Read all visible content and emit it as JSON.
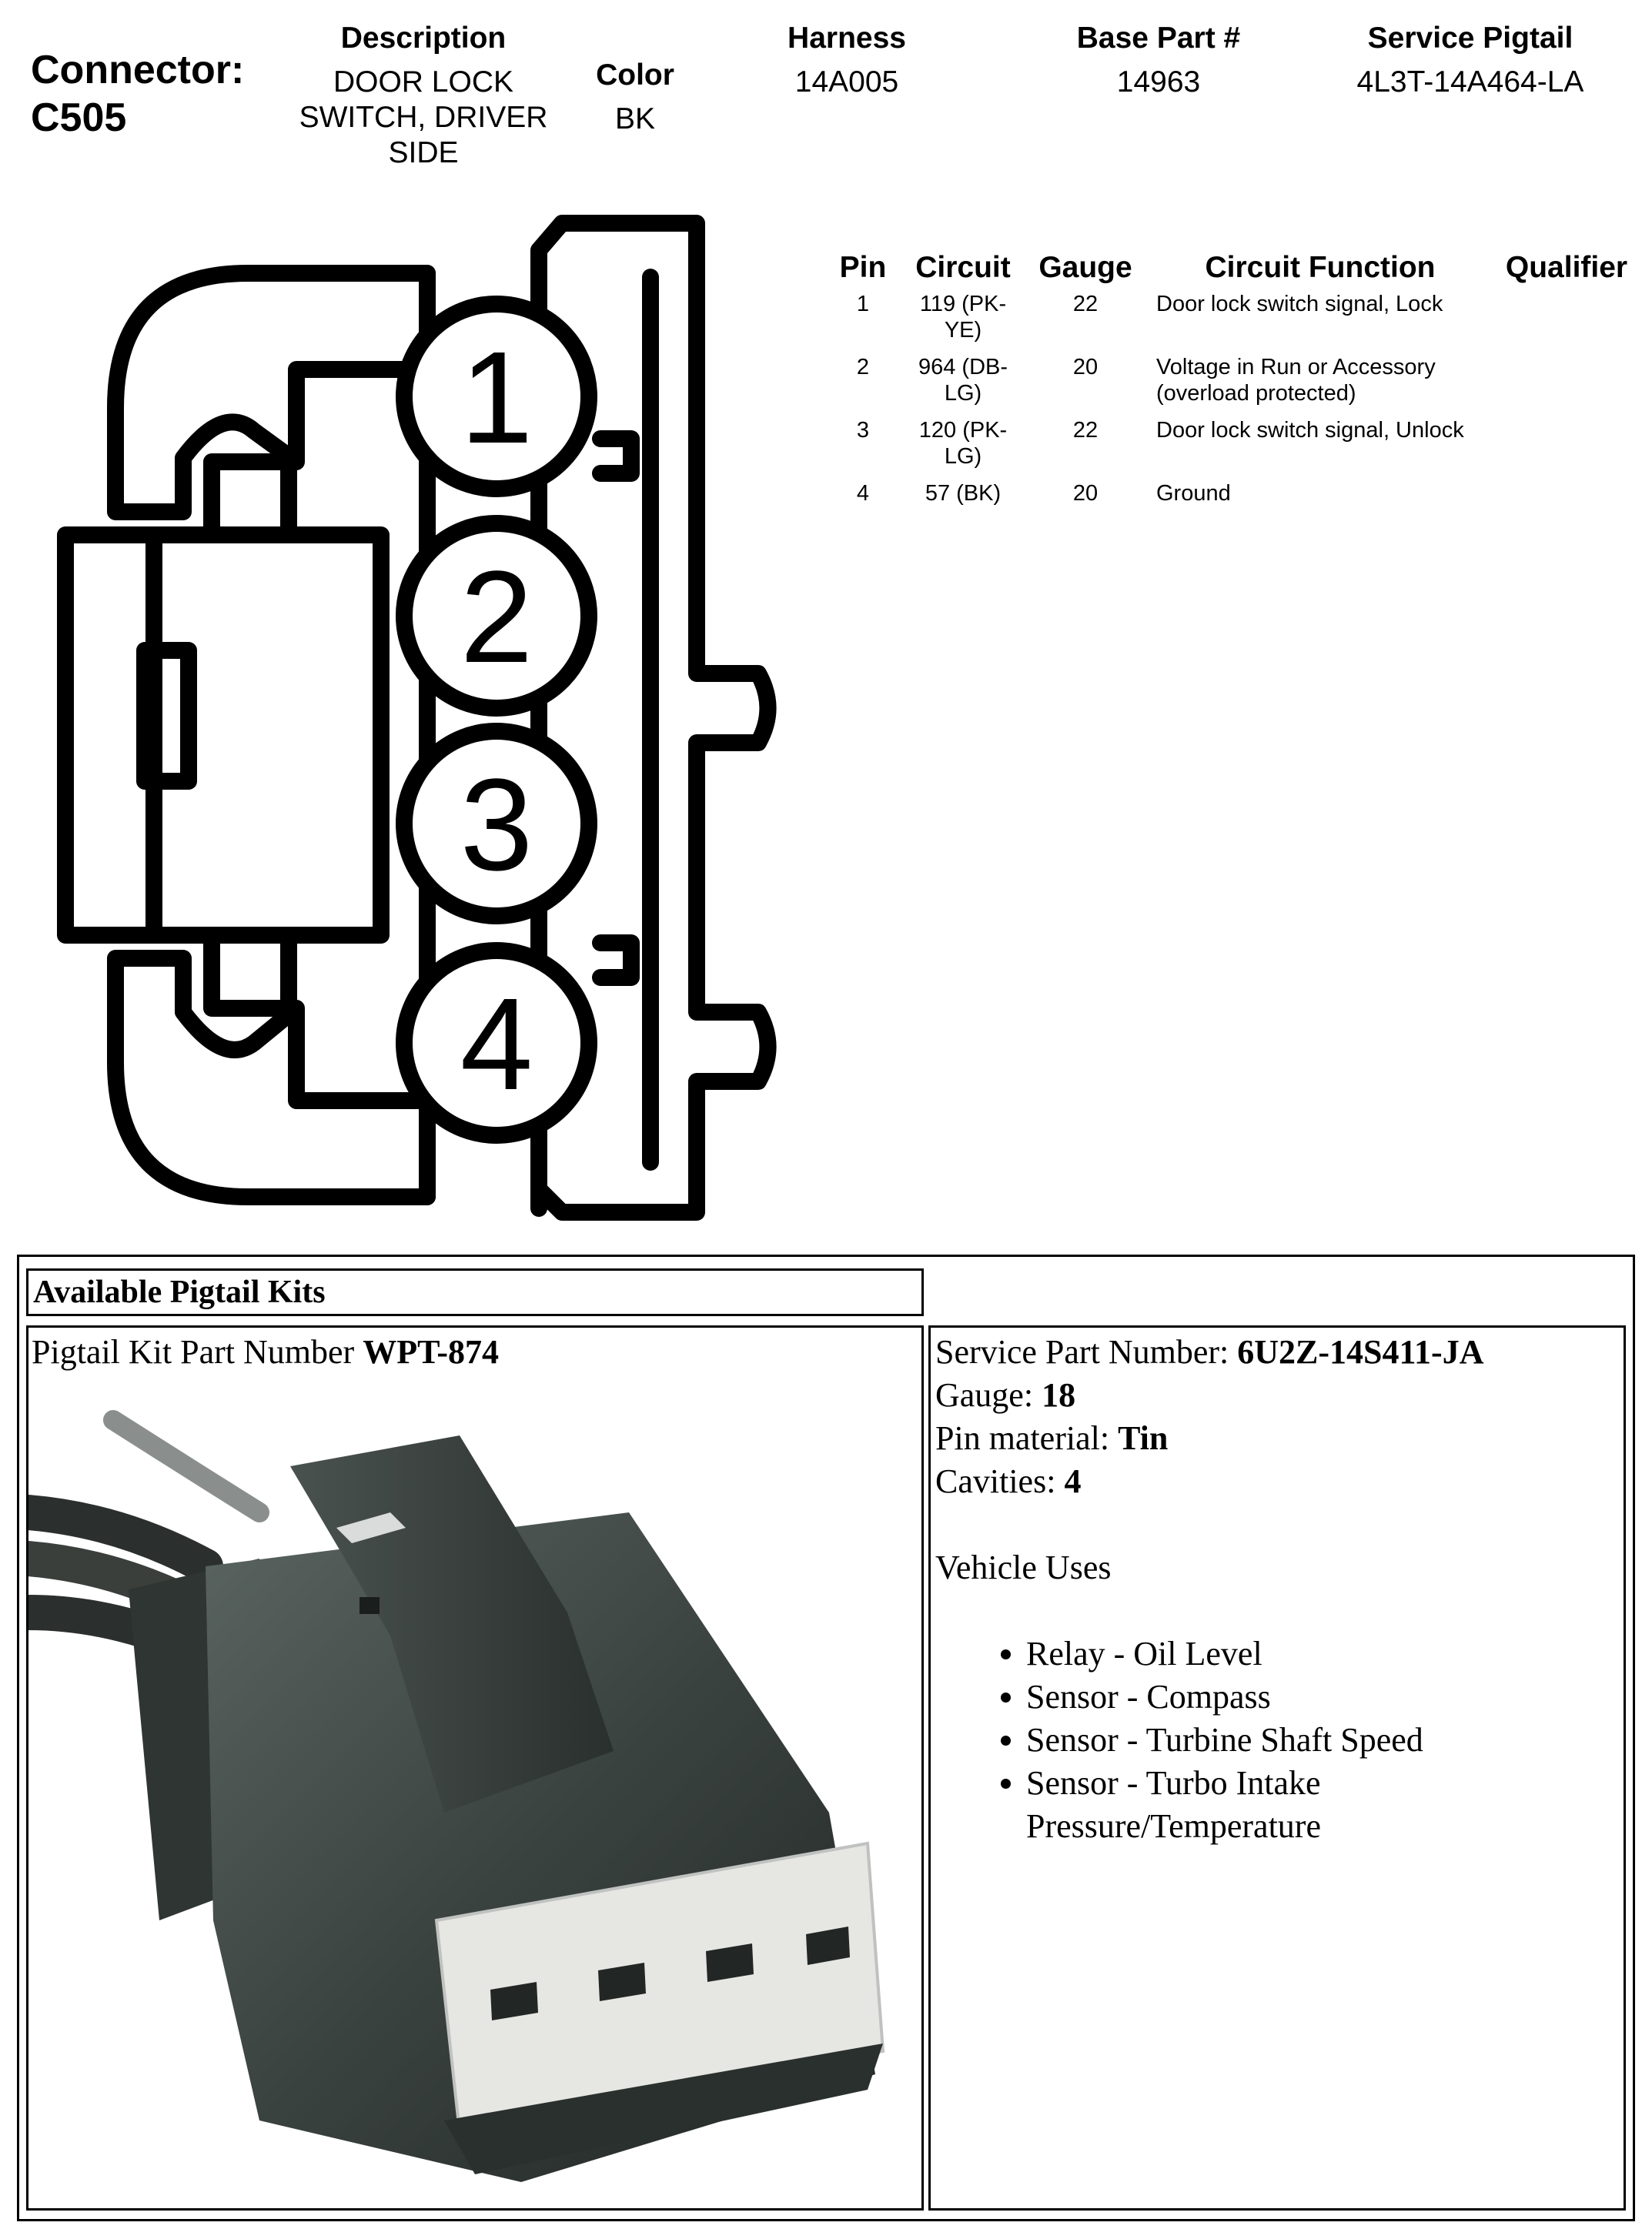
{
  "connector": {
    "label": "Connector:",
    "id": "C505"
  },
  "header_columns": {
    "description": {
      "heading": "Description",
      "value_lines": [
        "DOOR LOCK",
        "SWITCH, DRIVER",
        "SIDE"
      ]
    },
    "color": {
      "heading": "Color",
      "value": "BK"
    },
    "harness": {
      "heading": "Harness",
      "value": "14A005"
    },
    "base_part": {
      "heading": "Base Part #",
      "value": "14963"
    },
    "service_pigtail": {
      "heading": "Service Pigtail",
      "value": "4L3T-14A464-LA"
    }
  },
  "diagram": {
    "pin_numbers": [
      "1",
      "2",
      "3",
      "4"
    ]
  },
  "pin_table": {
    "headers": [
      "Pin",
      "Circuit",
      "Gauge",
      "Circuit Function",
      "Qualifier"
    ],
    "rows": [
      {
        "pin": "1",
        "circuit": [
          "119 (PK-",
          "YE)"
        ],
        "gauge": "22",
        "function": [
          "Door lock switch signal, Lock"
        ],
        "qualifier": ""
      },
      {
        "pin": "2",
        "circuit": [
          "964 (DB-",
          "LG)"
        ],
        "gauge": "20",
        "function": [
          "Voltage in Run or Accessory",
          "(overload protected)"
        ],
        "qualifier": ""
      },
      {
        "pin": "3",
        "circuit": [
          "120 (PK-",
          "LG)"
        ],
        "gauge": "22",
        "function": [
          "Door lock switch signal, Unlock"
        ],
        "qualifier": ""
      },
      {
        "pin": "4",
        "circuit": [
          "57 (BK)"
        ],
        "gauge": "20",
        "function": [
          "Ground"
        ],
        "qualifier": ""
      }
    ]
  },
  "kits": {
    "section_title": "Available Pigtail Kits",
    "kit_part_label": "Pigtail Kit Part Number ",
    "kit_part_number": "WPT-874",
    "service_part_label": "Service Part Number: ",
    "service_part_number": "6U2Z-14S411-JA",
    "gauge_label": "Gauge: ",
    "gauge_value": "18",
    "pin_material_label": "Pin material: ",
    "pin_material_value": "Tin",
    "cavities_label": "Cavities: ",
    "cavities_value": "4",
    "vehicle_uses_label": "Vehicle Uses",
    "vehicle_uses": [
      "Relay - Oil Level",
      "Sensor - Compass",
      "Sensor - Turbine Shaft Speed",
      "Sensor - Turbo Intake Pressure/Temperature"
    ]
  },
  "colors": {
    "connector_body": "#3c4440",
    "connector_face": "#e6e6e2",
    "line": "#000000"
  }
}
